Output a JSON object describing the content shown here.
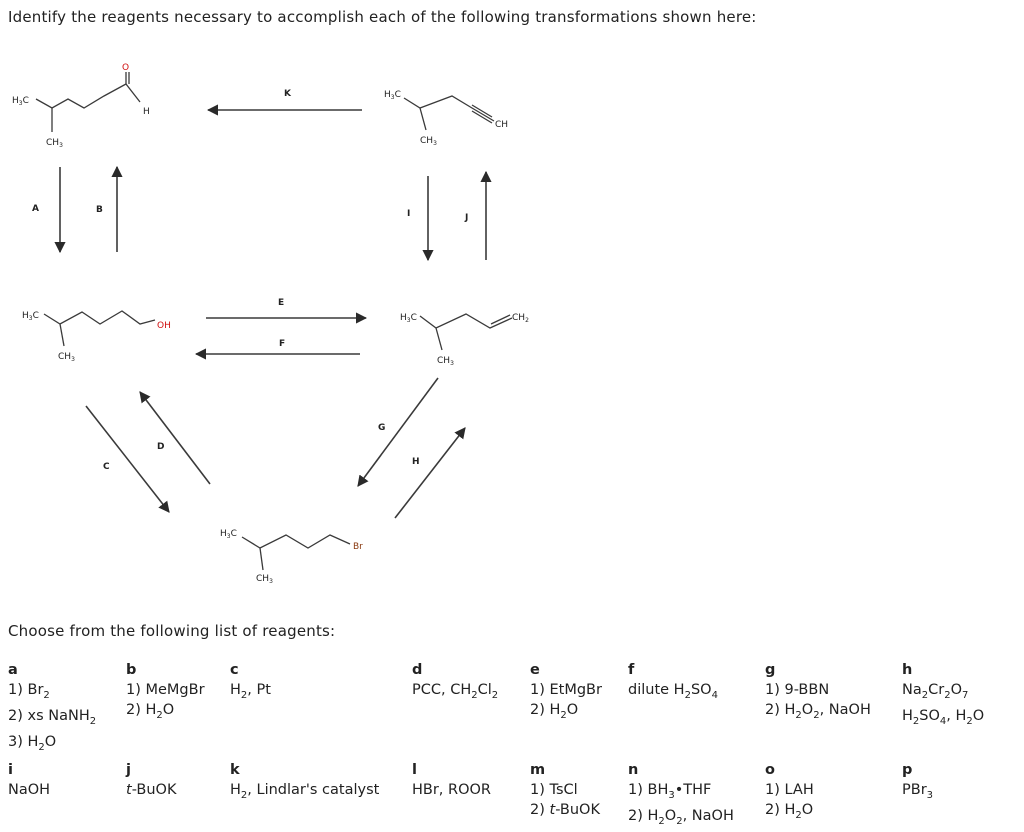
{
  "header": {
    "question": "Identify the reagents necessary to accomplish each of the following transformations shown here:"
  },
  "subheader": {
    "text": "Choose from the following list of reagents:"
  },
  "scheme": {
    "arrow_labels": [
      "A",
      "B",
      "C",
      "D",
      "E",
      "F",
      "G",
      "H",
      "I",
      "J",
      "K"
    ],
    "atoms": {
      "h3c": "H3C",
      "ch3": "CH3",
      "ch": "CH",
      "ch2": "CH2",
      "h": "H",
      "o": "O",
      "oh": "OH",
      "br": "Br"
    }
  },
  "reagents": [
    {
      "letter": "a",
      "lines": [
        "1) Br2",
        "2) xs NaNH2",
        "3) H2O"
      ]
    },
    {
      "letter": "b",
      "lines": [
        "1) MeMgBr",
        "2) H2O"
      ]
    },
    {
      "letter": "c",
      "lines": [
        "H2, Pt"
      ]
    },
    {
      "letter": "d",
      "lines": [
        "PCC, CH2Cl2"
      ]
    },
    {
      "letter": "e",
      "lines": [
        "1) EtMgBr",
        "2) H2O"
      ]
    },
    {
      "letter": "f",
      "lines": [
        "dilute H2SO4"
      ]
    },
    {
      "letter": "g",
      "lines": [
        "1) 9-BBN",
        "2) H2O2, NaOH"
      ]
    },
    {
      "letter": "h",
      "lines": [
        "Na2Cr2O7",
        "H2SO4, H2O"
      ]
    },
    {
      "letter": "i",
      "lines": [
        "NaOH"
      ]
    },
    {
      "letter": "j",
      "lines": [
        "t-BuOK"
      ]
    },
    {
      "letter": "k",
      "lines": [
        "H2, Lindlar's catalyst"
      ]
    },
    {
      "letter": "l",
      "lines": [
        "HBr, ROOR"
      ]
    },
    {
      "letter": "m",
      "lines": [
        "1) TsCl",
        "2) t-BuOK"
      ]
    },
    {
      "letter": "n",
      "lines": [
        "1) BH3•THF",
        "2) H2O2, NaOH"
      ]
    },
    {
      "letter": "o",
      "lines": [
        "1) LAH",
        "2) H2O"
      ]
    },
    {
      "letter": "p",
      "lines": [
        "PBr3"
      ]
    }
  ]
}
